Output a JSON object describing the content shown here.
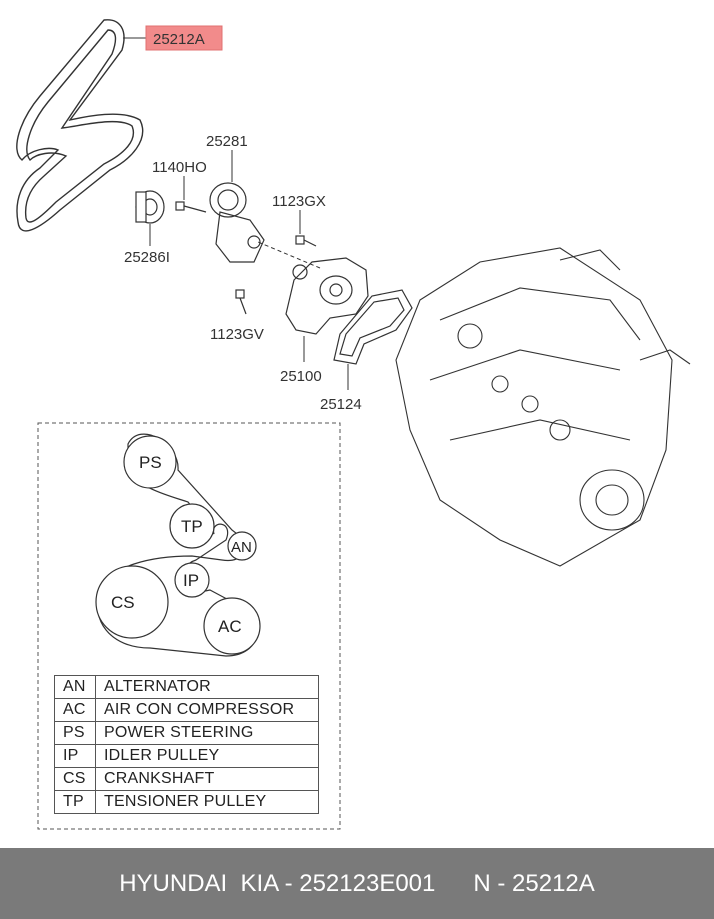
{
  "callouts": {
    "belt": "25212A",
    "tensioner": "25281",
    "bolt_top": "1140HO",
    "bolt_right": "1123GX",
    "idler": "25286I",
    "bolt_left": "1123GV",
    "pump": "25100",
    "gasket": "25124"
  },
  "pulleys": {
    "ps": "PS",
    "tp": "TP",
    "an": "AN",
    "ip": "IP",
    "cs": "CS",
    "ac": "AC"
  },
  "legend": [
    {
      "code": "AN",
      "desc": "ALTERNATOR"
    },
    {
      "code": "AC",
      "desc": "AIR CON COMPRESSOR"
    },
    {
      "code": "PS",
      "desc": "POWER STEERING"
    },
    {
      "code": "IP",
      "desc": "IDLER PULLEY"
    },
    {
      "code": "CS",
      "desc": "CRANKSHAFT"
    },
    {
      "code": "TP",
      "desc": "TENSIONER PULLEY"
    }
  ],
  "footer": {
    "left": "HYUNDAI  KIA - 252123E001",
    "right": "N - 25212A"
  },
  "colors": {
    "highlight": "#f28b8b",
    "footer_bg": "#7a7a7a"
  }
}
